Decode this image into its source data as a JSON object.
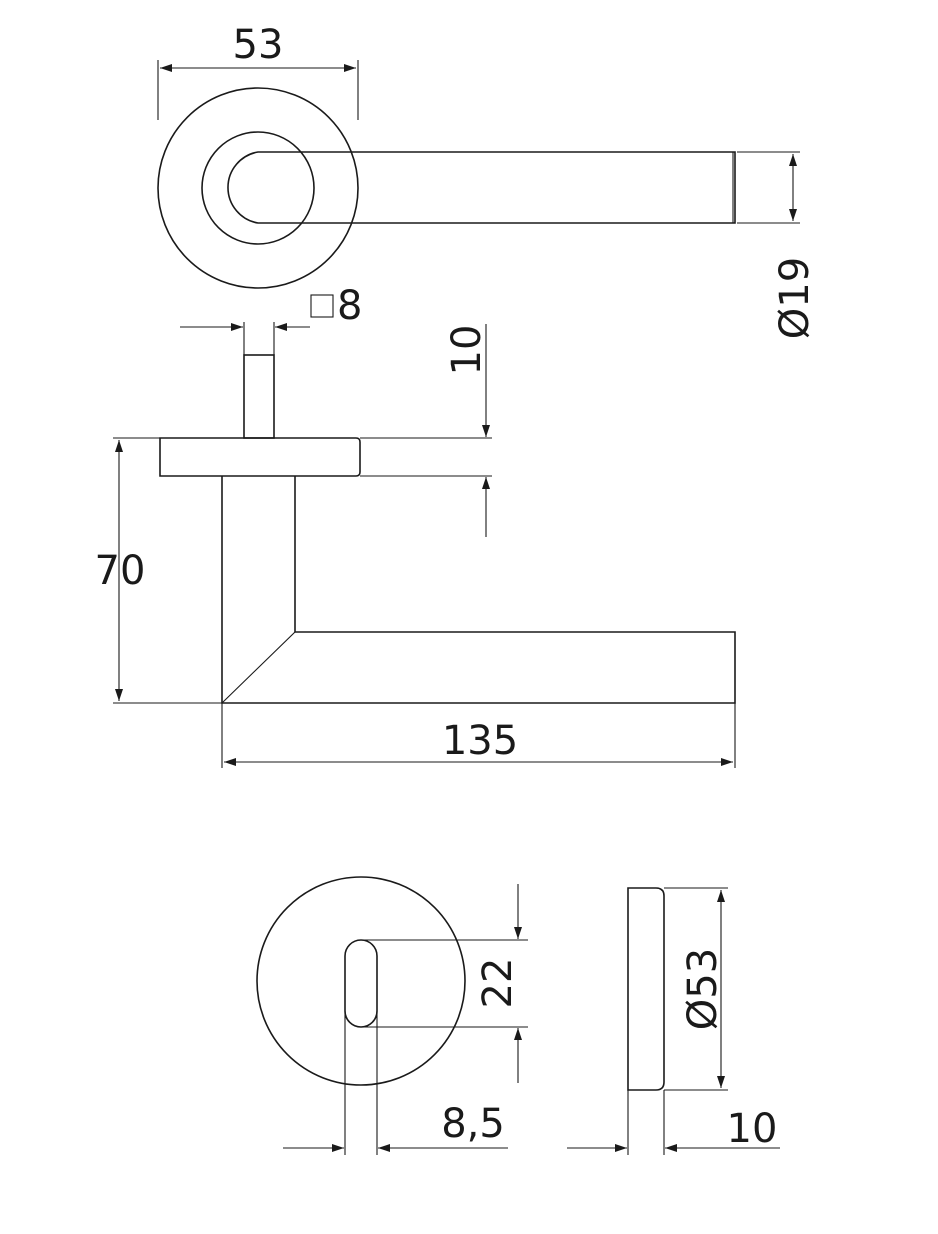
{
  "dimensions": {
    "rose_width": "53",
    "lever_diameter": "Ø19",
    "spindle_square": "8",
    "rose_thickness": "10",
    "handle_height": "70",
    "handle_length": "135",
    "keyhole_height": "22",
    "keyhole_width": "8,5",
    "escutcheon_diameter": "Ø53",
    "escutcheon_thickness": "10"
  },
  "colors": {
    "line": "#1a1a1a",
    "background": "#ffffff"
  }
}
